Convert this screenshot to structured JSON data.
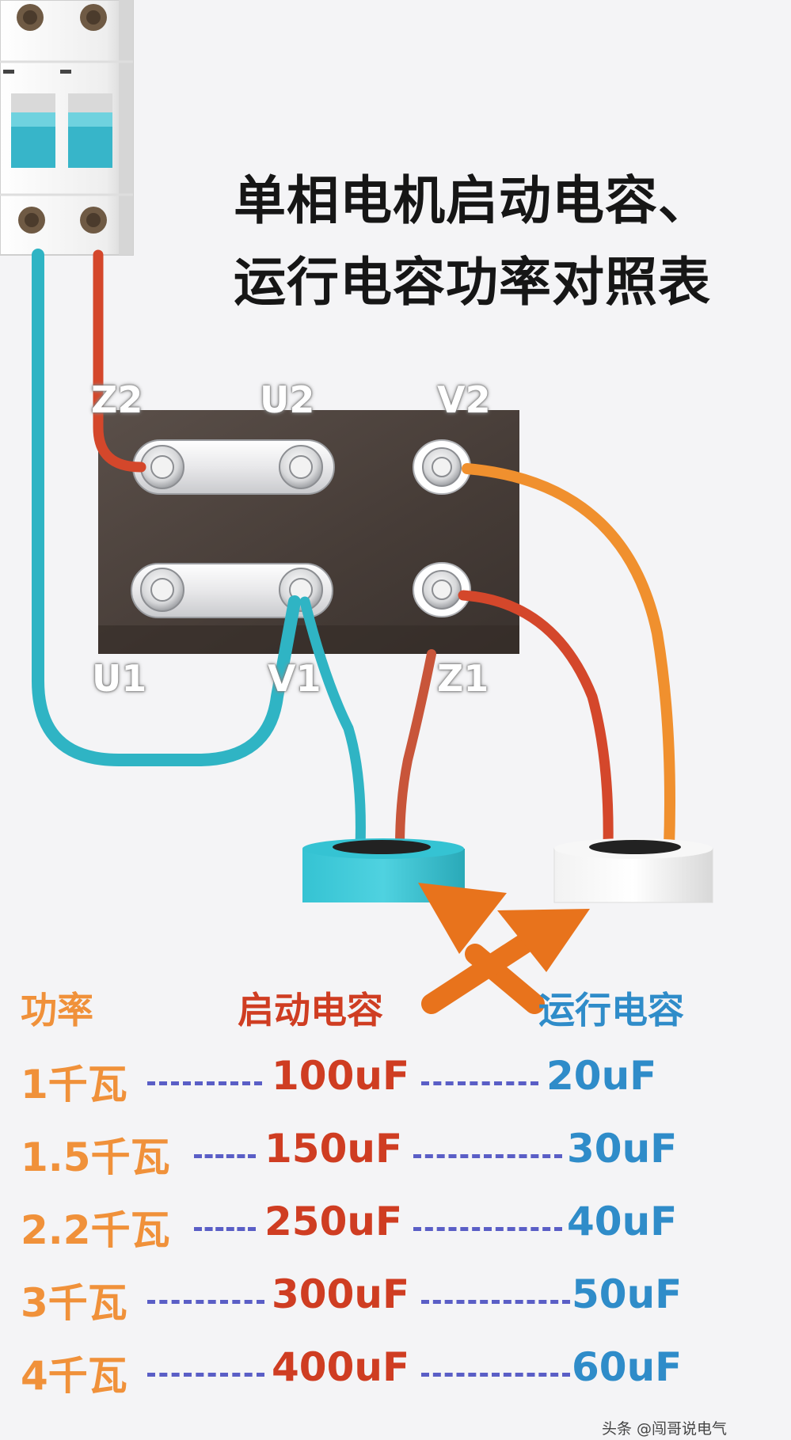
{
  "title": {
    "line1": "单相电机启动电容、",
    "line2": "运行电容功率对照表"
  },
  "terminals": {
    "top": [
      "Z2",
      "U2",
      "V2"
    ],
    "bottom": [
      "U1",
      "V1",
      "Z1"
    ]
  },
  "table": {
    "headers": {
      "power": "功率",
      "start": "启动电容",
      "run": "运行电容"
    },
    "rows": [
      {
        "power": "1千瓦",
        "start": "100uF",
        "run": "20uF"
      },
      {
        "power": "1.5千瓦",
        "start": "150uF",
        "run": "30uF"
      },
      {
        "power": "2.2千瓦",
        "start": "250uF",
        "run": "40uF"
      },
      {
        "power": "3千瓦",
        "start": "300uF",
        "run": "50uF"
      },
      {
        "power": "4千瓦",
        "start": "400uF",
        "run": "60uF"
      }
    ]
  },
  "watermark": "头条 @闯哥说电气",
  "colors": {
    "wire_blue": "#2fb4c4",
    "wire_red": "#d4472b",
    "wire_orange": "#f0902e",
    "terminal_box": "#4a403b",
    "arrow": "#e8731c",
    "power_text": "#f0913a",
    "start_text": "#cf3d22",
    "run_text": "#2f8cc9",
    "dash": "#5a5ec6"
  }
}
